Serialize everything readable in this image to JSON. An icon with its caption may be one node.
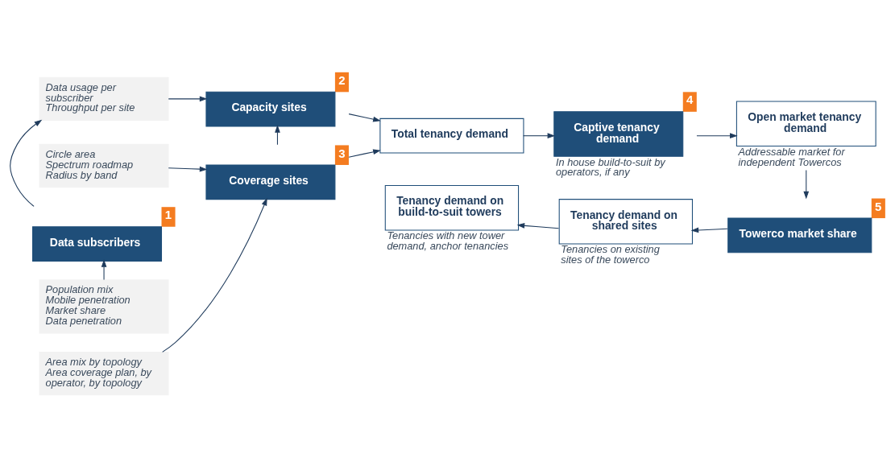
{
  "diagram": {
    "nodes": [
      {
        "text": [
          "Circle area",
          "Spectrum roadmap",
          "Radius by band"
        ]
      },
      {
        "text": [
          "Area mix by topology",
          "Area coverage plan, by operator, by topology"
        ]
      },
      {
        "text": [
          "Data usage per subscriber",
          "Throughput per site"
        ]
      },
      {
        "text": [
          "Population mix",
          "Mobile penetration",
          "Market share",
          "Data penetration"
        ]
      },
      {
        "text": [
          "Coverage sites"
        ],
        "beside": [
          "3"
        ]
      },
      {
        "text": [
          "Total tenancy demand"
        ]
      },
      {
        "text": [
          "Captive tenancy demand"
        ],
        "beside": [
          "4",
          "In house build-to-suit by operators, if any"
        ]
      },
      {
        "text": [
          "Capacity sites"
        ],
        "beside": [
          "2"
        ]
      },
      {
        "text": [
          "Data subscribers"
        ],
        "beside": [
          "1"
        ]
      },
      {
        "text": [
          "Open market tenancy demand"
        ],
        "beside": [
          "Addressable market for independent Towercos"
        ]
      },
      {
        "text": [
          "Towerco market share"
        ],
        "beside": [
          "5"
        ]
      },
      {
        "text": [
          "Tenancy demand on shared sites"
        ],
        "beside": [
          "Tenancies on existing sites of the towerco"
        ]
      },
      {
        "text": [
          "Tenancy demand on build-to-suit towers"
        ],
        "beside": [
          "Tenancies with new tower demand, anchor tenancies"
        ]
      }
    ],
    "edges": [
      {
        "from": 0,
        "to": 4,
        "arrow": "to"
      },
      {
        "from": 1,
        "to": 4,
        "arrow": "to"
      },
      {
        "from": 4,
        "to": 5,
        "arrow": "to"
      },
      {
        "from": 4,
        "to": 7,
        "arrow": "to"
      },
      {
        "from": 2,
        "to": 7,
        "arrow": "to"
      },
      {
        "from": 7,
        "to": 5,
        "arrow": "to"
      },
      {
        "from": 5,
        "to": 6,
        "arrow": "to"
      },
      {
        "from": 6,
        "to": 9,
        "arrow": "to"
      },
      {
        "from": 9,
        "to": 10,
        "arrow": "to"
      },
      {
        "from": 10,
        "to": 11,
        "arrow": "to"
      },
      {
        "from": 11,
        "to": 12,
        "arrow": "to"
      },
      {
        "from": 8,
        "to": 2,
        "arrow": "to"
      },
      {
        "from": 3,
        "to": 8,
        "arrow": "to"
      }
    ]
  }
}
